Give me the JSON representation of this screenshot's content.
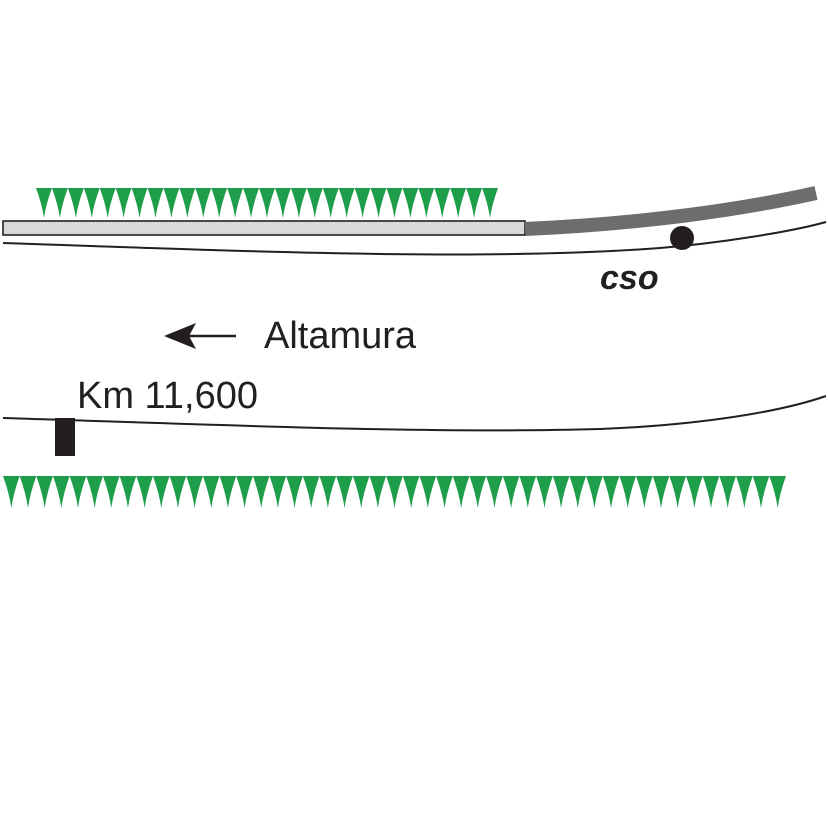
{
  "labels": {
    "direction": "Altamura",
    "km_marker": "Km 11,600",
    "signal": "cso"
  },
  "icons": {
    "direction_arrow": "arrow-left-icon",
    "vegetation": "grass-hatch-icon",
    "signal_point": "circle-marker-icon",
    "km_post": "km-post-icon"
  },
  "colors": {
    "vegetation": "#1e9e4a",
    "platform_light": "#d9d9d9",
    "platform_dark": "#6d6d6d",
    "line": "#231f20"
  }
}
